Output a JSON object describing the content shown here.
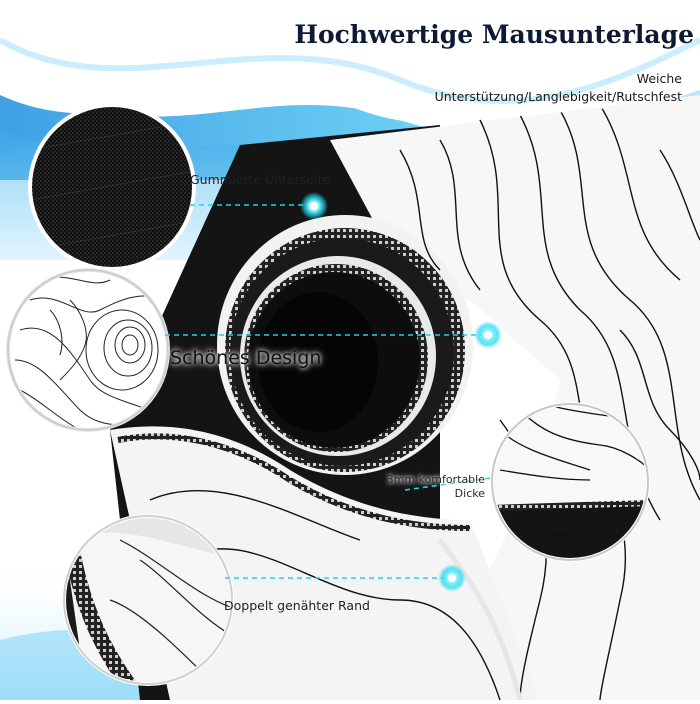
{
  "header": {
    "title": "Hochwertige Mausunterlage",
    "subtitle_line1": "Weiche",
    "subtitle_line2": "Unterstützung/Langlebigkeit/Rutschfest"
  },
  "features": {
    "bottom_side": "Gummierte Unterseite",
    "design": "Schönes Design",
    "thickness_line1": "3mm komfortable",
    "thickness_line2": "Dicke",
    "stitched_edge": "Doppelt genähter Rand",
    "thickness_value": "3cm"
  },
  "colors": {
    "accent_cyan": "#18d6ee",
    "wave_blue": "#3aa9ea",
    "rubber_black": "#141414",
    "pad_white": "#f7f7f7"
  },
  "icons": [
    "fabric-texture-circle",
    "topographic-pattern-circle",
    "edge-closeup-circle",
    "stitched-corner-circle",
    "glowing-marker-dot"
  ]
}
